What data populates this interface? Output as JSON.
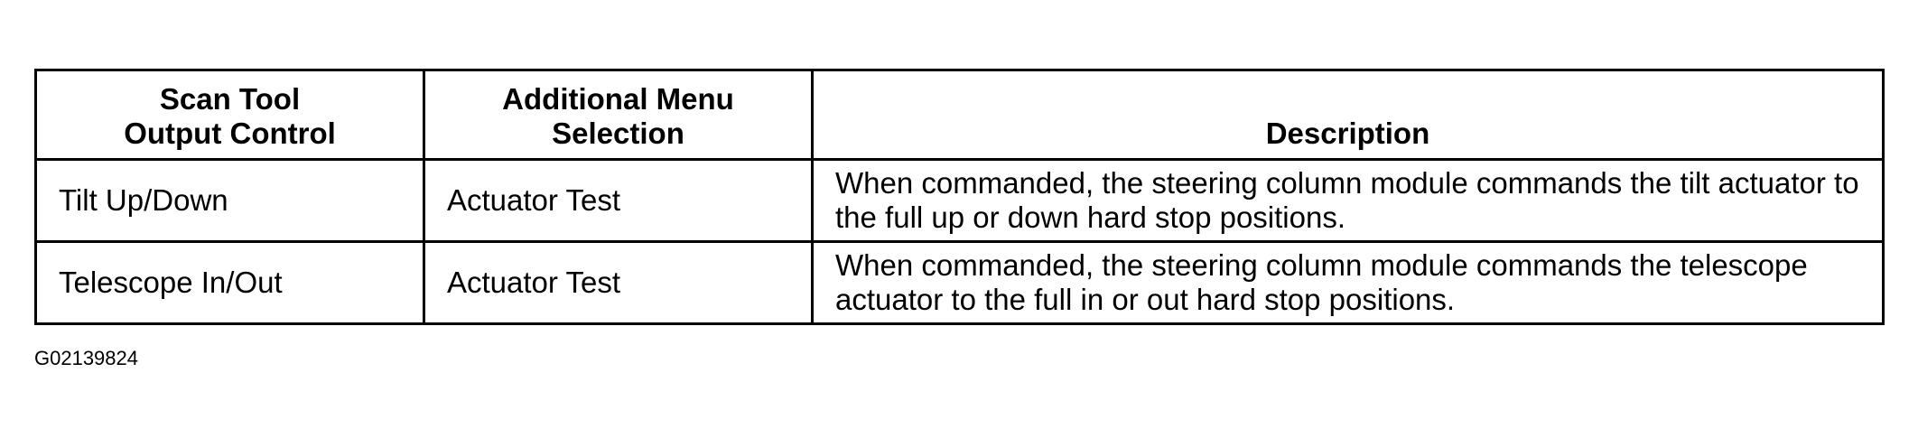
{
  "table": {
    "headers": [
      "Scan Tool\nOutput Control",
      "Additional Menu\nSelection",
      "Description"
    ],
    "rows": [
      [
        "Tilt Up/Down",
        "Actuator Test",
        "When commanded, the steering column module commands the tilt actuator to the full up or down hard stop positions."
      ],
      [
        "Telescope In/Out",
        "Actuator Test",
        "When commanded, the steering column module commands the telescope actuator to the full in or out hard stop positions."
      ]
    ]
  },
  "figure_id": "G02139824"
}
